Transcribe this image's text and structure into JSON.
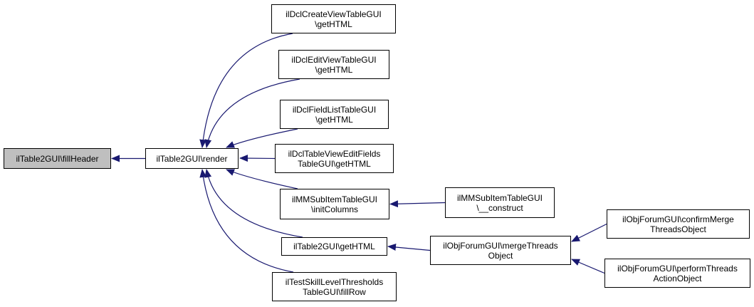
{
  "diagram": {
    "type": "caller-graph",
    "edge_color": "#191970",
    "focus_fill": "#bfbfbf",
    "nodes": {
      "fillHeader": {
        "lines": [
          "ilTable2GUI\\fillHeader"
        ],
        "focus": true
      },
      "render": {
        "lines": [
          "ilTable2GUI\\render"
        ]
      },
      "createView": {
        "lines": [
          "ilDclCreateViewTableGUI",
          "\\getHTML"
        ]
      },
      "editView": {
        "lines": [
          "ilDclEditViewTableGUI",
          "\\getHTML"
        ]
      },
      "fieldList": {
        "lines": [
          "ilDclFieldListTableGUI",
          "\\getHTML"
        ]
      },
      "tableViewEdit": {
        "lines": [
          "ilDclTableViewEditFields",
          "TableGUI\\getHTML"
        ]
      },
      "mmInitColumns": {
        "lines": [
          "ilMMSubItemTableGUI",
          "\\initColumns"
        ]
      },
      "table2GetHTML": {
        "lines": [
          "ilTable2GUI\\getHTML"
        ]
      },
      "testSkill": {
        "lines": [
          "ilTestSkillLevelThresholds",
          "TableGUI\\fillRow"
        ]
      },
      "mmConstruct": {
        "lines": [
          "ilMMSubItemTableGUI",
          "\\__construct"
        ]
      },
      "mergeThreads": {
        "lines": [
          "ilObjForumGUI\\mergeThreads",
          "Object"
        ]
      },
      "confirmMerge": {
        "lines": [
          "ilObjForumGUI\\confirmMerge",
          "ThreadsObject"
        ]
      },
      "performThreads": {
        "lines": [
          "ilObjForumGUI\\performThreads",
          "ActionObject"
        ]
      }
    },
    "edges": [
      {
        "from": "render",
        "to": "fillHeader"
      },
      {
        "from": "createView",
        "to": "render"
      },
      {
        "from": "editView",
        "to": "render"
      },
      {
        "from": "fieldList",
        "to": "render"
      },
      {
        "from": "tableViewEdit",
        "to": "render"
      },
      {
        "from": "mmInitColumns",
        "to": "render"
      },
      {
        "from": "table2GetHTML",
        "to": "render"
      },
      {
        "from": "testSkill",
        "to": "render"
      },
      {
        "from": "mmConstruct",
        "to": "mmInitColumns"
      },
      {
        "from": "mergeThreads",
        "to": "table2GetHTML"
      },
      {
        "from": "confirmMerge",
        "to": "mergeThreads"
      },
      {
        "from": "performThreads",
        "to": "mergeThreads"
      }
    ]
  }
}
